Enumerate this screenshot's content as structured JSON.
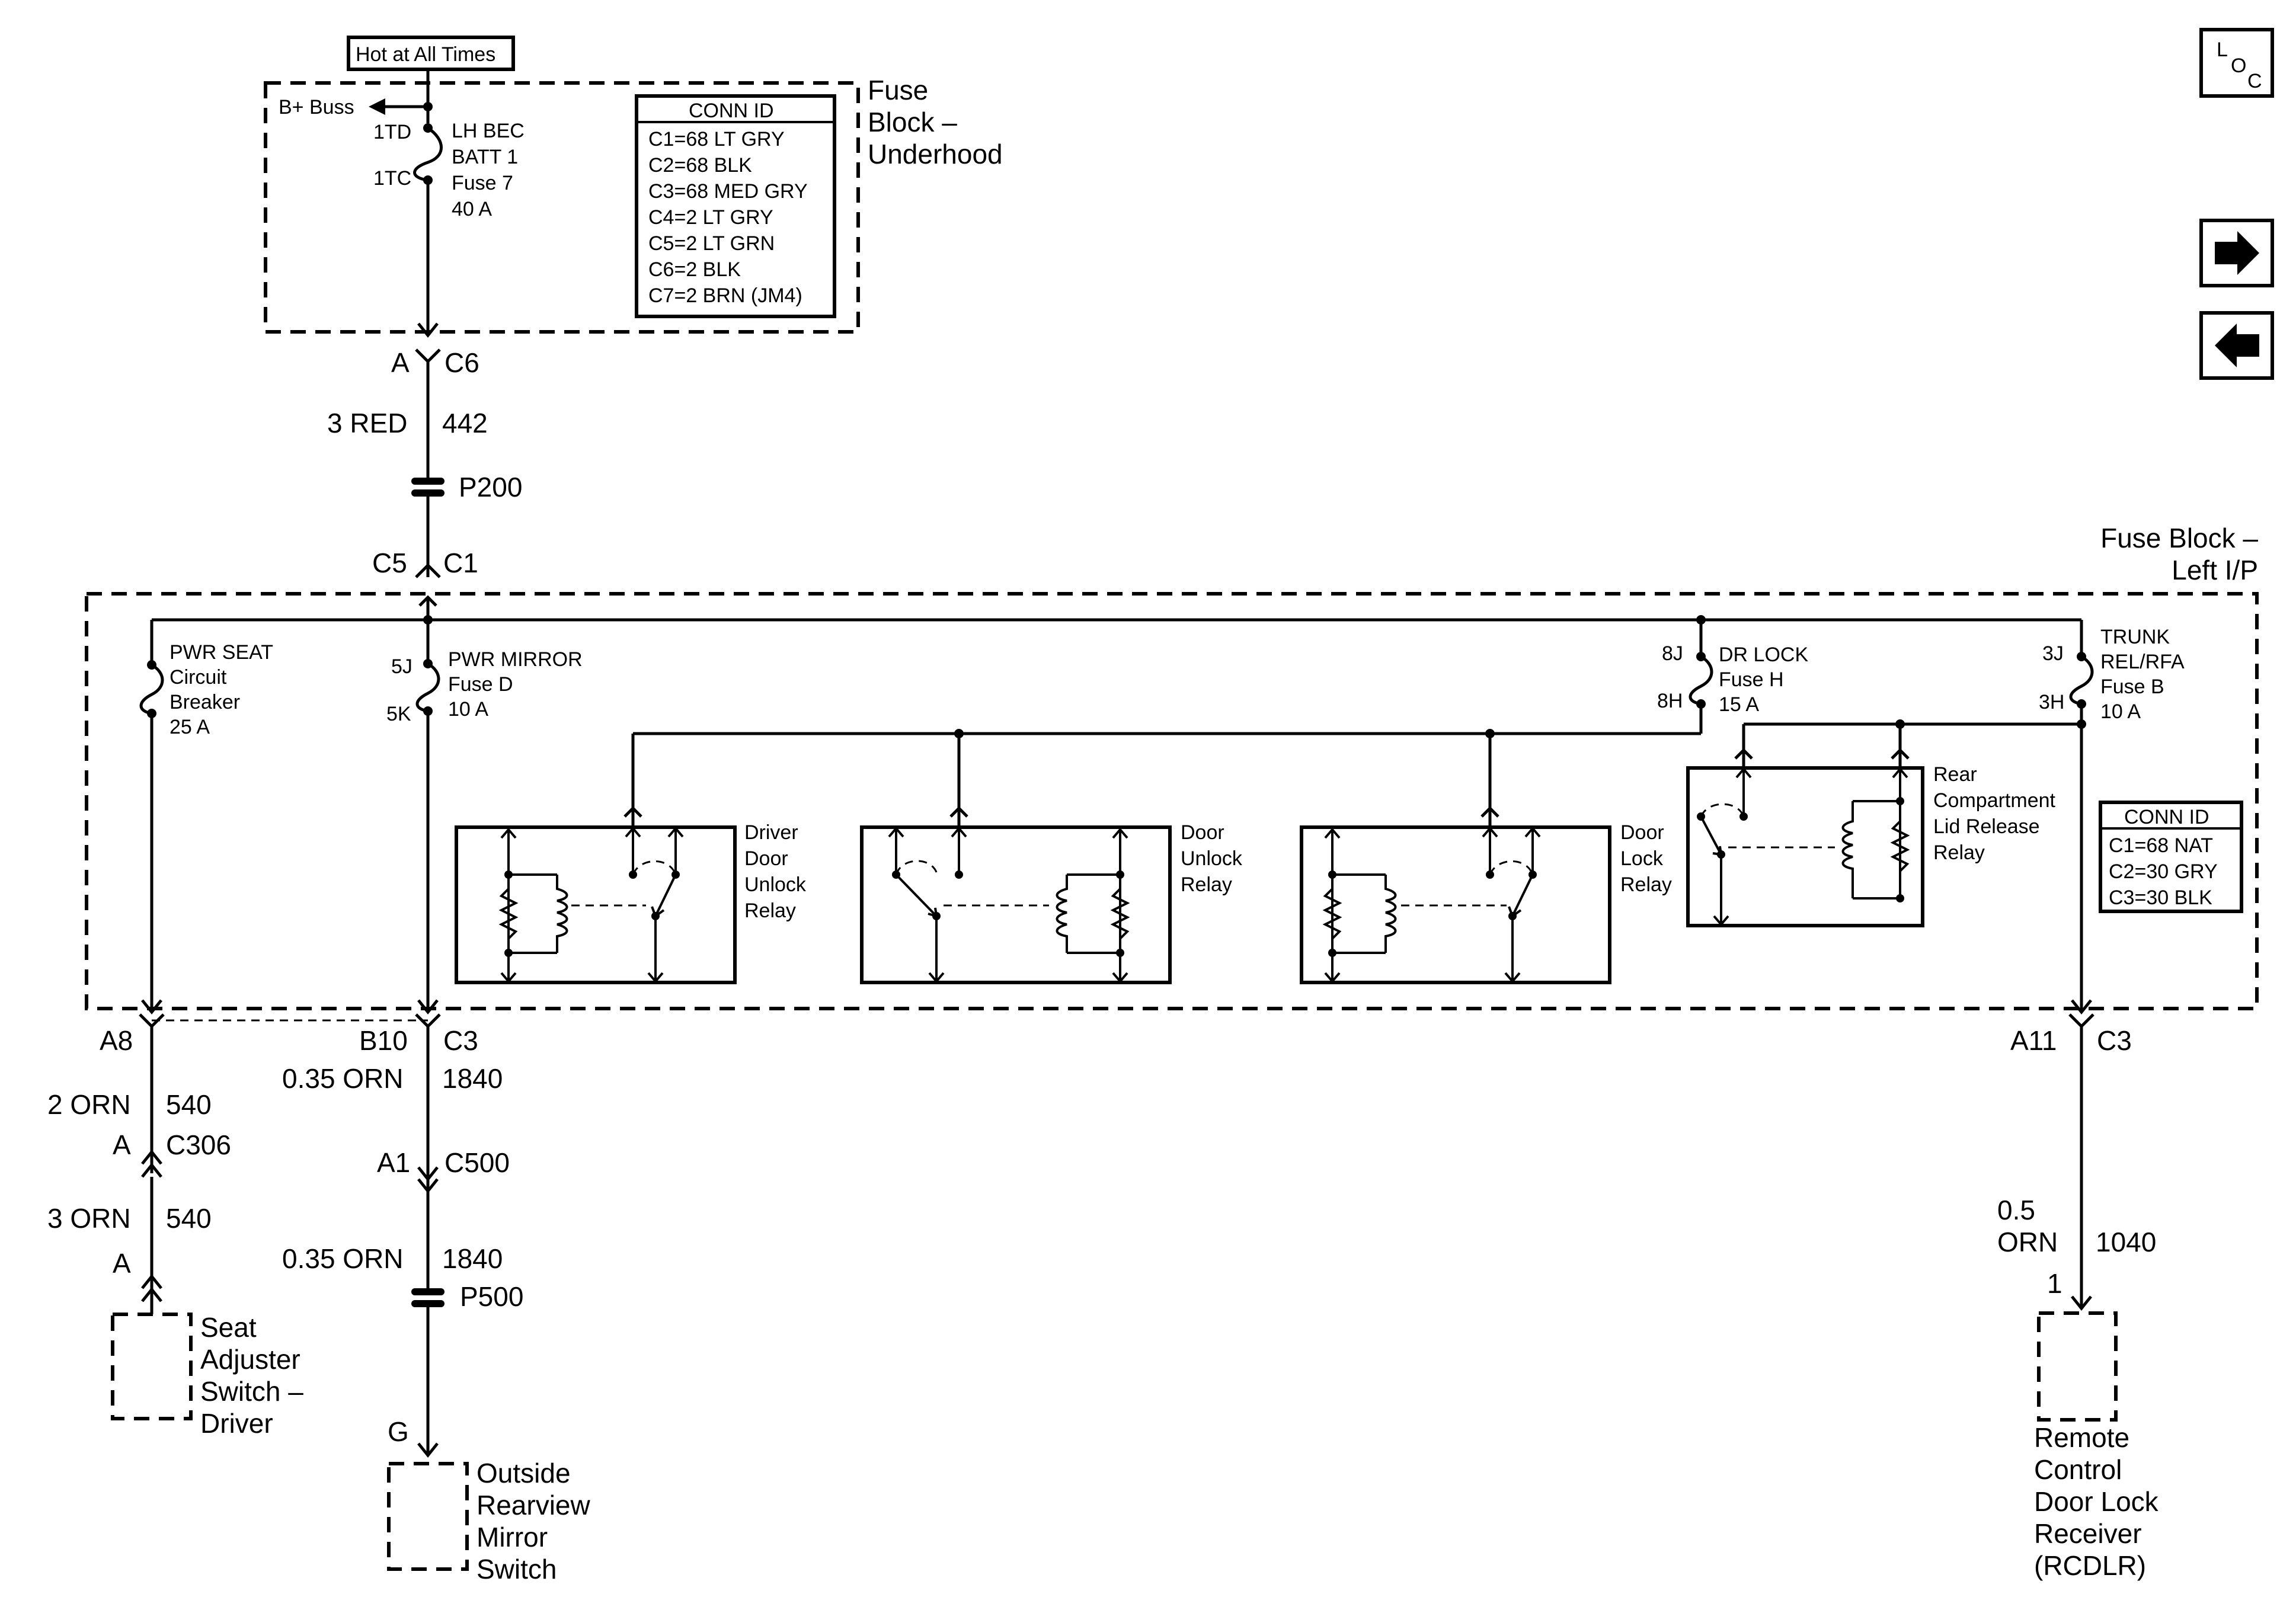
{
  "nav": {
    "loc_letters": [
      "L",
      "O",
      "C"
    ],
    "next_icon": "arrow-right-icon",
    "prev_icon": "arrow-left-icon"
  },
  "underhood": {
    "hot_label": "Hot at All Times",
    "title_lines": [
      "Fuse",
      "Block –",
      "Underhood"
    ],
    "bplus": "B+ Buss",
    "fuse_pins": [
      "1TD",
      "1TC"
    ],
    "fuse_lines": [
      "LH BEC",
      "BATT 1",
      "Fuse 7",
      "40 A"
    ],
    "conn_title": "CONN ID",
    "conn_items": [
      "C1=68 LT GRY",
      "C2=68 BLK",
      "C3=68 MED GRY",
      "C4=2 LT GRY",
      "C5=2 LT GRN",
      "C6=2 BLK",
      "C7=2 BRN (JM4)"
    ]
  },
  "feed": {
    "conn_top_left": "A",
    "conn_top_right": "C6",
    "wire_size": "3 RED",
    "circuit": "442",
    "splice": "P200",
    "conn_bot_left": "C5",
    "conn_bot_right": "C1"
  },
  "ip": {
    "title_lines": [
      "Fuse Block –",
      "Left I/P"
    ],
    "pwr_seat": [
      "PWR SEAT",
      "Circuit",
      "Breaker",
      "25 A"
    ],
    "mirror_pins": [
      "5J",
      "5K"
    ],
    "mirror_fuse": [
      "PWR MIRROR",
      "Fuse D",
      "10 A"
    ],
    "drlock_pins": [
      "8J",
      "8H"
    ],
    "drlock_fuse": [
      "DR LOCK",
      "Fuse H",
      "15 A"
    ],
    "trunk_pins": [
      "3J",
      "3H"
    ],
    "trunk_fuse": [
      "TRUNK",
      "REL/RFA",
      "Fuse B",
      "10 A"
    ],
    "relays": {
      "driver_unlock": [
        "Driver",
        "Door",
        "Unlock",
        "Relay"
      ],
      "door_unlock": [
        "Door",
        "Unlock",
        "Relay"
      ],
      "door_lock": [
        "Door",
        "Lock",
        "Relay"
      ],
      "rear_release": [
        "Rear",
        "Compartment",
        "Lid Release",
        "Relay"
      ]
    },
    "conn_title": "CONN ID",
    "conn_items": [
      "C1=68 NAT",
      "C2=30 GRY",
      "C3=30 BLK"
    ]
  },
  "seat": {
    "pin": "A8",
    "wire1_size": "2 ORN",
    "wire1_circuit": "540",
    "conn_left": "A",
    "conn_right": "C306",
    "wire2_size": "3 ORN",
    "wire2_circuit": "540",
    "end_pin": "A",
    "component": [
      "Seat",
      "Adjuster",
      "Switch –",
      "Driver"
    ]
  },
  "mirror": {
    "pin_left": "B10",
    "pin_right": "C3",
    "wire1_size": "0.35 ORN",
    "wire1_circuit": "1840",
    "conn_left": "A1",
    "conn_right": "C500",
    "wire2_size": "0.35 ORN",
    "wire2_circuit": "1840",
    "splice": "P500",
    "end_pin": "G",
    "component": [
      "Outside",
      "Rearview",
      "Mirror",
      "Switch"
    ]
  },
  "rcdlr": {
    "pin_left": "A11",
    "pin_right": "C3",
    "wire_size": [
      "0.5",
      "ORN"
    ],
    "wire_circuit": "1040",
    "end_pin": "1",
    "component": [
      "Remote",
      "Control",
      "Door Lock",
      "Receiver",
      "(RCDLR)"
    ]
  }
}
